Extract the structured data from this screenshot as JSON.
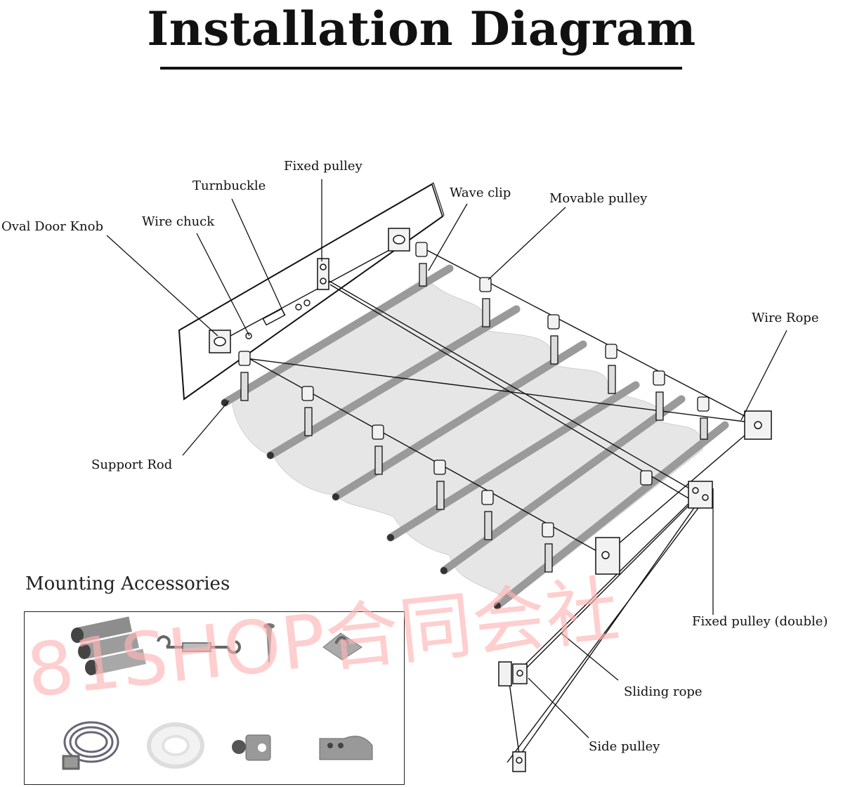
{
  "title": "Installation Diagram",
  "labels": {
    "fixed_pulley": "Fixed pulley",
    "turnbuckle": "Turnbuckle",
    "wave_clip": "Wave clip",
    "movable_pulley": "Movable pulley",
    "oval_door_knob": "Oval Door Knob",
    "wire_chuck": "Wire chuck",
    "wire_rope": "Wire Rope",
    "support_rod": "Support Rod",
    "fixed_pulley_double": "Fixed pulley (double)",
    "sliding_rope": "Sliding rope",
    "side_pulley": "Side pulley"
  },
  "accessories": {
    "title": "Mounting Accessories",
    "items": [
      "stainless-tubes",
      "turnbuckle",
      "screw",
      "pad-eye-plate",
      "wire-coil",
      "shade-cloth-roll",
      "swivel-pulley",
      "pipe-clamp"
    ]
  },
  "watermark": "81SHOP合同会社",
  "colors": {
    "ink": "#111111",
    "rod": "#9a9a9a",
    "fabric": "#e6e6e6",
    "watermark": "#ffb4b4"
  }
}
